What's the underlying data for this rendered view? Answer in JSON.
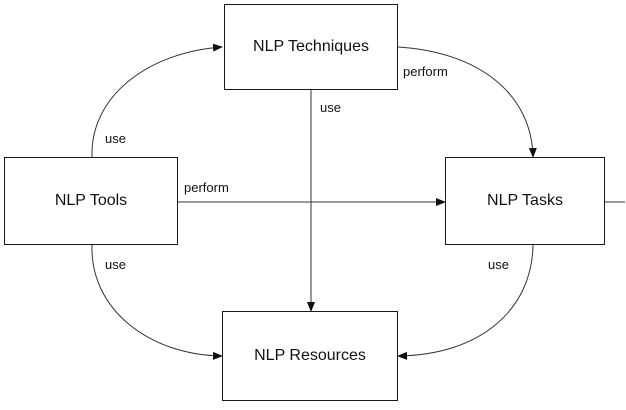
{
  "diagram": {
    "nodes": {
      "techniques": "NLP Techniques",
      "tools": "NLP Tools",
      "tasks": "NLP Tasks",
      "resources": "NLP Resources"
    },
    "edges": [
      {
        "from": "tools",
        "to": "techniques",
        "label": "use"
      },
      {
        "from": "techniques",
        "to": "tasks",
        "label": "perform"
      },
      {
        "from": "techniques",
        "to": "resources",
        "label": "use"
      },
      {
        "from": "tools",
        "to": "tasks",
        "label": "perform"
      },
      {
        "from": "tools",
        "to": "resources",
        "label": "use"
      },
      {
        "from": "tasks",
        "to": "resources",
        "label": "use"
      }
    ]
  }
}
